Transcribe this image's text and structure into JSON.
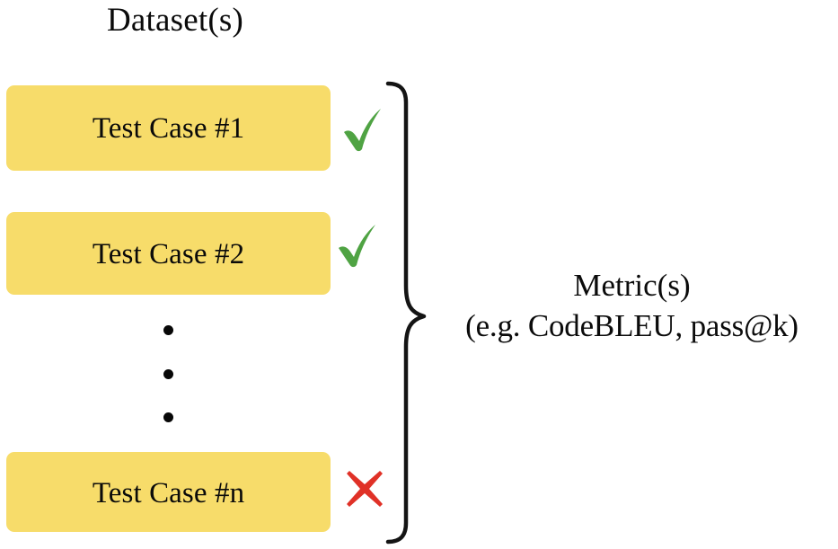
{
  "diagram": {
    "title": "Dataset(s)",
    "cases": [
      {
        "label": "Test Case #1",
        "status": "pass",
        "status_icon": "check-icon"
      },
      {
        "label": "Test Case #2",
        "status": "pass",
        "status_icon": "check-icon"
      },
      {
        "label": "Test Case #n",
        "status": "fail",
        "status_icon": "cross-icon"
      }
    ],
    "ellipsis": "⋮",
    "metric": {
      "title": "Metric(s)",
      "subtitle": "(e.g. CodeBLEU, pass@k)"
    },
    "colors": {
      "case_box_fill": "#f7dc6a",
      "pass_green": "#4fa343",
      "fail_red": "#e03127",
      "text": "#0b0b0b",
      "brace": "#111111",
      "background": "#ffffff"
    }
  }
}
